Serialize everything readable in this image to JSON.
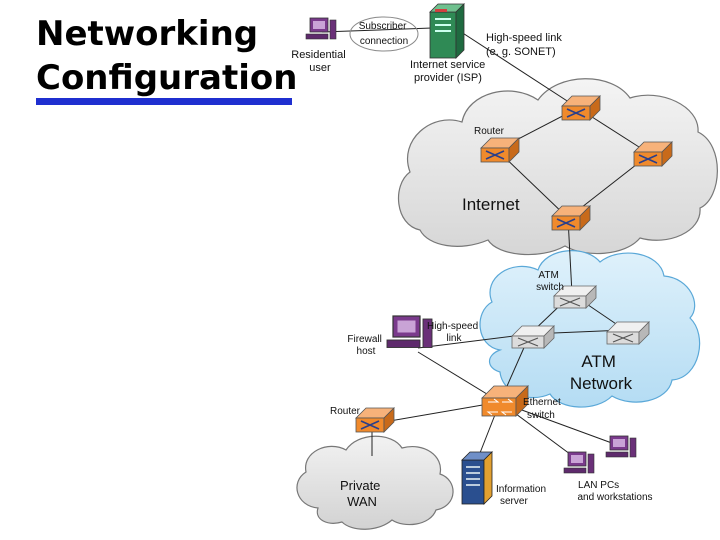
{
  "slide": {
    "title_line1": "Networking",
    "title_line2": "Configuration"
  },
  "labels": {
    "subscriber_1": "Subscriber",
    "subscriber_2": "connection",
    "residential_1": "Residential",
    "residential_2": "user",
    "highspeed_sonet_1": "High-speed link",
    "highspeed_sonet_2": "(e. g. SONET)",
    "isp_1": "Internet service",
    "isp_2": "provider (ISP)",
    "router_internet": "Router",
    "internet": "Internet",
    "atm_switch_1": "ATM",
    "atm_switch_2": "switch",
    "firewall_1": "Firewall",
    "firewall_2": "host",
    "highspeed_link_1": "High-speed",
    "highspeed_link_2": "link",
    "atm_network_1": "ATM",
    "atm_network_2": "Network",
    "router_private": "Router",
    "ethernet_1": "Ethernet",
    "ethernet_2": "switch",
    "private_wan_1": "Private",
    "private_wan_2": "WAN",
    "info_server_1": "Information",
    "info_server_2": "server",
    "lan_pcs_1": "LAN PCs",
    "lan_pcs_2": "and workstations"
  },
  "colors": {
    "title_bar": "#1f2fd0",
    "internet_cloud": "#e0e0e0",
    "atm_cloud": "#c4e4f7",
    "wan_cloud": "#e0e0e0",
    "router": "#f08a2c",
    "device_purple": "#7a3a8c",
    "isp_server": "#2f8a55",
    "info_server": "#2a4f8f"
  },
  "icons": [
    "router-icon",
    "atm-switch-icon",
    "ethernet-switch-icon",
    "pc-icon",
    "server-icon"
  ]
}
